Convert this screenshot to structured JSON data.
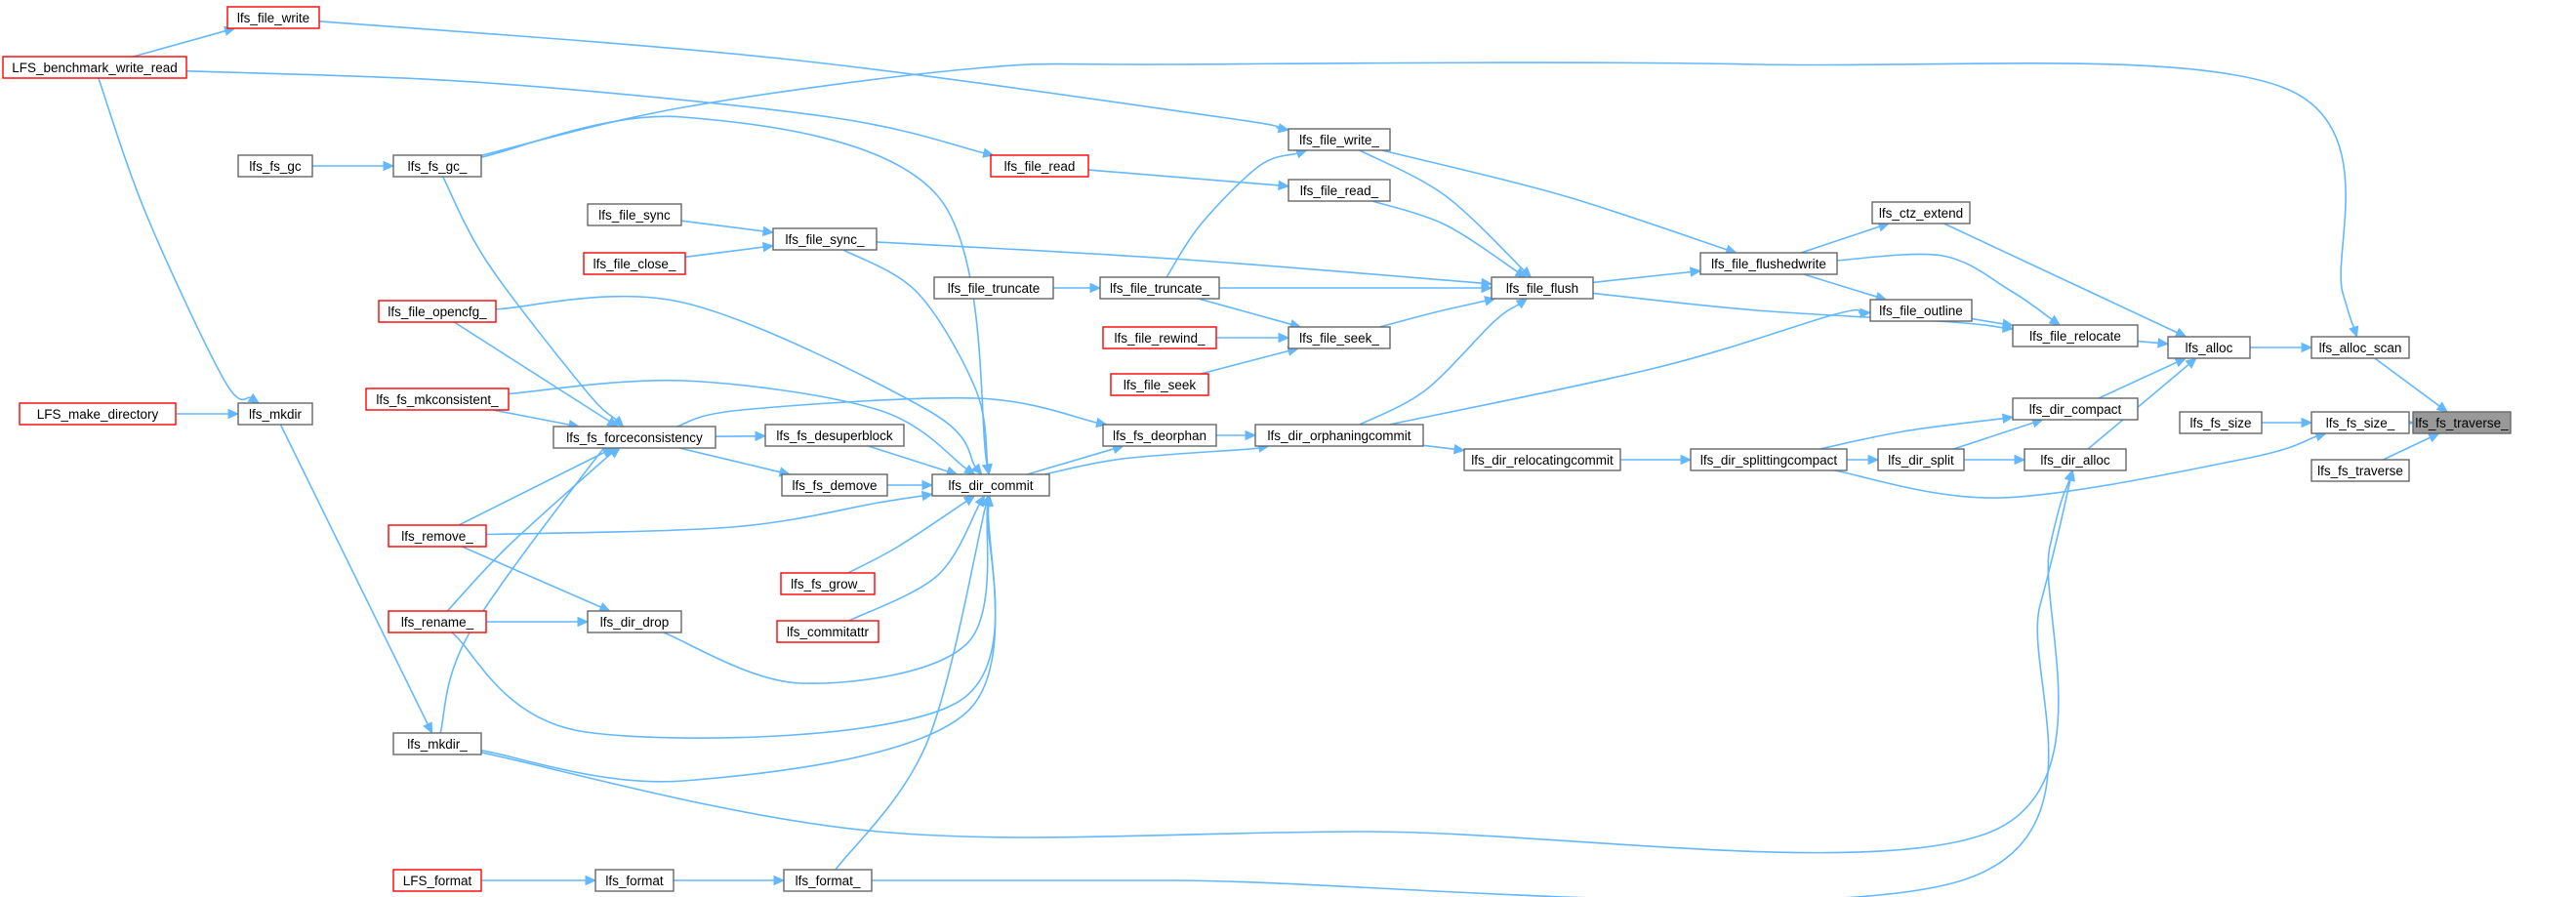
{
  "graph": {
    "direction": "right-to-left",
    "edge_color": "#63b8ff",
    "node_border_color": "#666666",
    "red_border_color": "#ff0000",
    "root_fill_color": "#999999",
    "root": "lfs_fs_traverse_",
    "nodes": [
      {
        "id": "lfs_fs_traverse_",
        "label": "lfs_fs_traverse_",
        "style": "root"
      },
      {
        "id": "lfs_alloc_scan",
        "label": "lfs_alloc_scan",
        "style": "normal"
      },
      {
        "id": "lfs_fs_size_",
        "label": "lfs_fs_size_",
        "style": "normal"
      },
      {
        "id": "lfs_fs_traverse",
        "label": "lfs_fs_traverse",
        "style": "normal"
      },
      {
        "id": "lfs_fs_size",
        "label": "lfs_fs_size",
        "style": "normal"
      },
      {
        "id": "lfs_alloc",
        "label": "lfs_alloc",
        "style": "normal"
      },
      {
        "id": "lfs_ctz_extend",
        "label": "lfs_ctz_extend",
        "style": "normal"
      },
      {
        "id": "lfs_file_relocate",
        "label": "lfs_file_relocate",
        "style": "normal"
      },
      {
        "id": "lfs_dir_compact",
        "label": "lfs_dir_compact",
        "style": "normal"
      },
      {
        "id": "lfs_dir_alloc",
        "label": "lfs_dir_alloc",
        "style": "normal"
      },
      {
        "id": "lfs_file_flushedwrite",
        "label": "lfs_file_flushedwrite",
        "style": "normal"
      },
      {
        "id": "lfs_file_outline",
        "label": "lfs_file_outline",
        "style": "normal"
      },
      {
        "id": "lfs_dir_split",
        "label": "lfs_dir_split",
        "style": "normal"
      },
      {
        "id": "lfs_dir_splittingcompact",
        "label": "lfs_dir_splittingcompact",
        "style": "normal"
      },
      {
        "id": "lfs_file_flush",
        "label": "lfs_file_flush",
        "style": "normal"
      },
      {
        "id": "lfs_dir_relocatingcommit",
        "label": "lfs_dir_relocatingcommit",
        "style": "normal"
      },
      {
        "id": "lfs_file_write_",
        "label": "lfs_file_write_",
        "style": "normal"
      },
      {
        "id": "lfs_file_read_",
        "label": "lfs_file_read_",
        "style": "normal"
      },
      {
        "id": "lfs_file_seek_",
        "label": "lfs_file_seek_",
        "style": "normal"
      },
      {
        "id": "lfs_dir_orphaningcommit",
        "label": "lfs_dir_orphaningcommit",
        "style": "normal"
      },
      {
        "id": "lfs_file_write",
        "label": "lfs_file_write",
        "style": "red"
      },
      {
        "id": "lfs_file_read",
        "label": "lfs_file_read",
        "style": "red"
      },
      {
        "id": "lfs_file_truncate_",
        "label": "lfs_file_truncate_",
        "style": "normal"
      },
      {
        "id": "lfs_file_rewind_",
        "label": "lfs_file_rewind_",
        "style": "red"
      },
      {
        "id": "lfs_file_seek",
        "label": "lfs_file_seek",
        "style": "red"
      },
      {
        "id": "lfs_fs_deorphan",
        "label": "lfs_fs_deorphan",
        "style": "normal"
      },
      {
        "id": "lfs_dir_commit",
        "label": "lfs_dir_commit",
        "style": "normal"
      },
      {
        "id": "lfs_file_truncate",
        "label": "lfs_file_truncate",
        "style": "normal"
      },
      {
        "id": "lfs_file_sync_",
        "label": "lfs_file_sync_",
        "style": "normal"
      },
      {
        "id": "lfs_fs_desuperblock",
        "label": "lfs_fs_desuperblock",
        "style": "normal"
      },
      {
        "id": "lfs_fs_demove",
        "label": "lfs_fs_demove",
        "style": "normal"
      },
      {
        "id": "lfs_fs_grow_",
        "label": "lfs_fs_grow_",
        "style": "red"
      },
      {
        "id": "lfs_commitattr",
        "label": "lfs_commitattr",
        "style": "red"
      },
      {
        "id": "lfs_format_",
        "label": "lfs_format_",
        "style": "normal"
      },
      {
        "id": "lfs_fs_gc_",
        "label": "lfs_fs_gc_",
        "style": "normal"
      },
      {
        "id": "lfs_file_sync",
        "label": "lfs_file_sync",
        "style": "normal"
      },
      {
        "id": "lfs_file_close_",
        "label": "lfs_file_close_",
        "style": "red"
      },
      {
        "id": "lfs_fs_forceconsistency",
        "label": "lfs_fs_forceconsistency",
        "style": "normal"
      },
      {
        "id": "lfs_dir_drop",
        "label": "lfs_dir_drop",
        "style": "normal"
      },
      {
        "id": "lfs_format",
        "label": "lfs_format",
        "style": "normal"
      },
      {
        "id": "lfs_fs_gc",
        "label": "lfs_fs_gc",
        "style": "normal"
      },
      {
        "id": "lfs_file_opencfg_",
        "label": "lfs_file_opencfg_",
        "style": "red"
      },
      {
        "id": "lfs_fs_mkconsistent_",
        "label": "lfs_fs_mkconsistent_",
        "style": "red"
      },
      {
        "id": "lfs_remove_",
        "label": "lfs_remove_",
        "style": "red"
      },
      {
        "id": "lfs_rename_",
        "label": "lfs_rename_",
        "style": "red"
      },
      {
        "id": "lfs_mkdir_",
        "label": "lfs_mkdir_",
        "style": "normal"
      },
      {
        "id": "lfs_mkdir",
        "label": "lfs_mkdir",
        "style": "normal"
      },
      {
        "id": "LFS_format",
        "label": "LFS_format",
        "style": "red"
      },
      {
        "id": "LFS_benchmark_write_read",
        "label": "LFS_benchmark_write_read",
        "style": "red"
      },
      {
        "id": "LFS_make_directory",
        "label": "LFS_make_directory",
        "style": "red"
      }
    ]
  }
}
